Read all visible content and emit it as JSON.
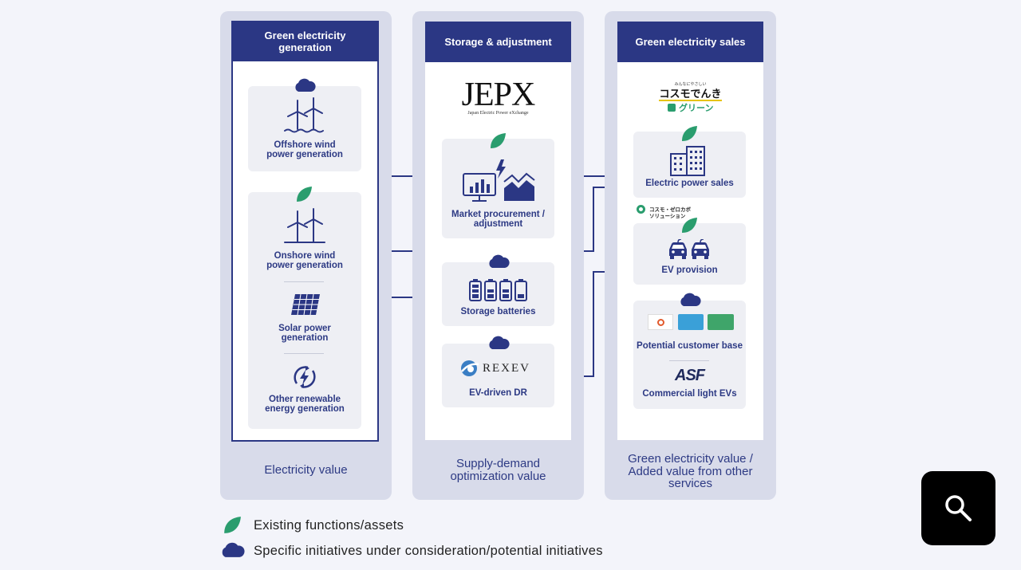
{
  "columns": {
    "generation": {
      "header": "Green electricity generation",
      "offshore": "Offshore wind power generation",
      "onshore": "Onshore wind power generation",
      "solar": "Solar power generation",
      "other": "Other renewable energy generation",
      "footer": "Electricity value"
    },
    "storage": {
      "header": "Storage & adjustment",
      "jepx_logo": "JEPX",
      "jepx_sub": "Japan Electric Power eXchange",
      "market": "Market procurement / adjustment",
      "batteries": "Storage batteries",
      "rexev_logo": "REXEV",
      "ev_dr": "EV-driven DR",
      "footer": "Supply-demand optimization value"
    },
    "sales": {
      "header": "Green electricity sales",
      "cosmo_tagline": "みんなにやさしい",
      "cosmo_logo": "コスモでんき",
      "cosmo_green": "グリーン",
      "electric_sales": "Electric power sales",
      "zero_carbon_top": "コスモ・ゼロカボ",
      "zero_carbon_bottom": "ソリューション",
      "ev_provision": "EV provision",
      "potential_customer": "Potential customer base",
      "asf_logo": "ASF",
      "commercial_evs": "Commercial light EVs",
      "footer": "Green electricity value / Added value from other services"
    }
  },
  "legend": {
    "existing": "Existing functions/assets",
    "specific": "Specific initiatives under consideration/potential initiatives"
  },
  "colors": {
    "navy": "#2b3784",
    "leaf": "#2a9d6e",
    "column_bg": "#d8dbea",
    "card_bg": "#eeeff4"
  },
  "icons": [
    "leaf-icon",
    "cloud-icon",
    "wind-turbine-icon",
    "solar-panel-icon",
    "renewable-bolt-icon",
    "monitor-chart-icon",
    "battery-icon",
    "building-icon",
    "car-icon",
    "search-icon"
  ]
}
